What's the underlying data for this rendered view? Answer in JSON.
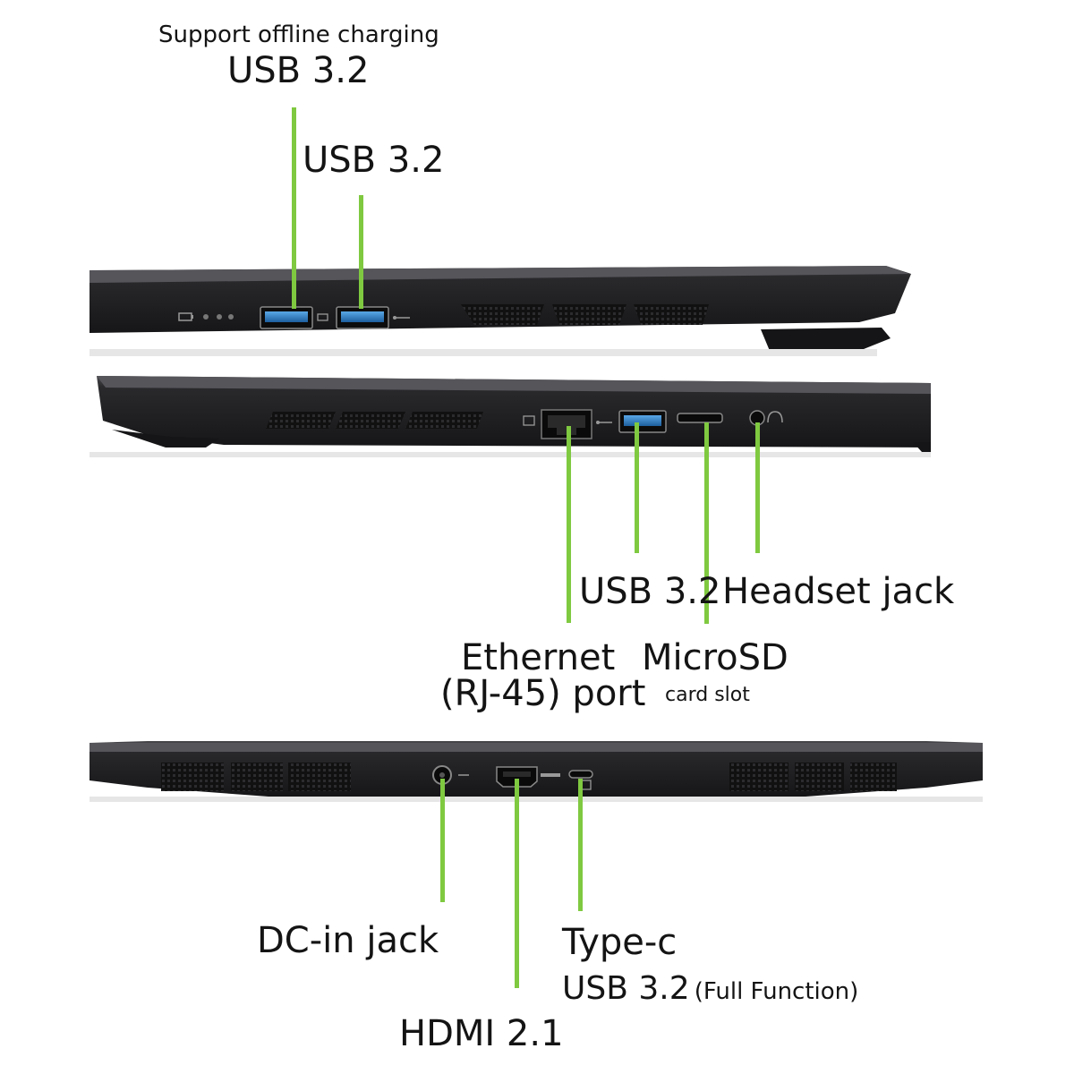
{
  "colors": {
    "leader": "#7fc940",
    "body": "#1f1f21",
    "edge": "#3a3a3d",
    "usb": "#3b82c4"
  },
  "left_side": {
    "offline_note": "Support offline charging",
    "usb_charging": "USB 3.2",
    "usb_second": "USB 3.2"
  },
  "right_side": {
    "usb": "USB 3.2",
    "headset": "Headset jack",
    "ethernet_line1": "Ethernet",
    "ethernet_line2": "(RJ-45) port",
    "microsd": "MicroSD",
    "microsd_sub": "card slot"
  },
  "rear_side": {
    "dc_in": "DC-in jack",
    "hdmi": "HDMI 2.1",
    "typec": "Type-c",
    "typec_usb": "USB 3.2",
    "typec_note": "(Full Function)"
  },
  "icons": [
    "battery-icon",
    "usb-icon",
    "ethernet-icon",
    "headset-icon",
    "hdmi-icon",
    "dc-icon",
    "thunderbolt-icon"
  ]
}
